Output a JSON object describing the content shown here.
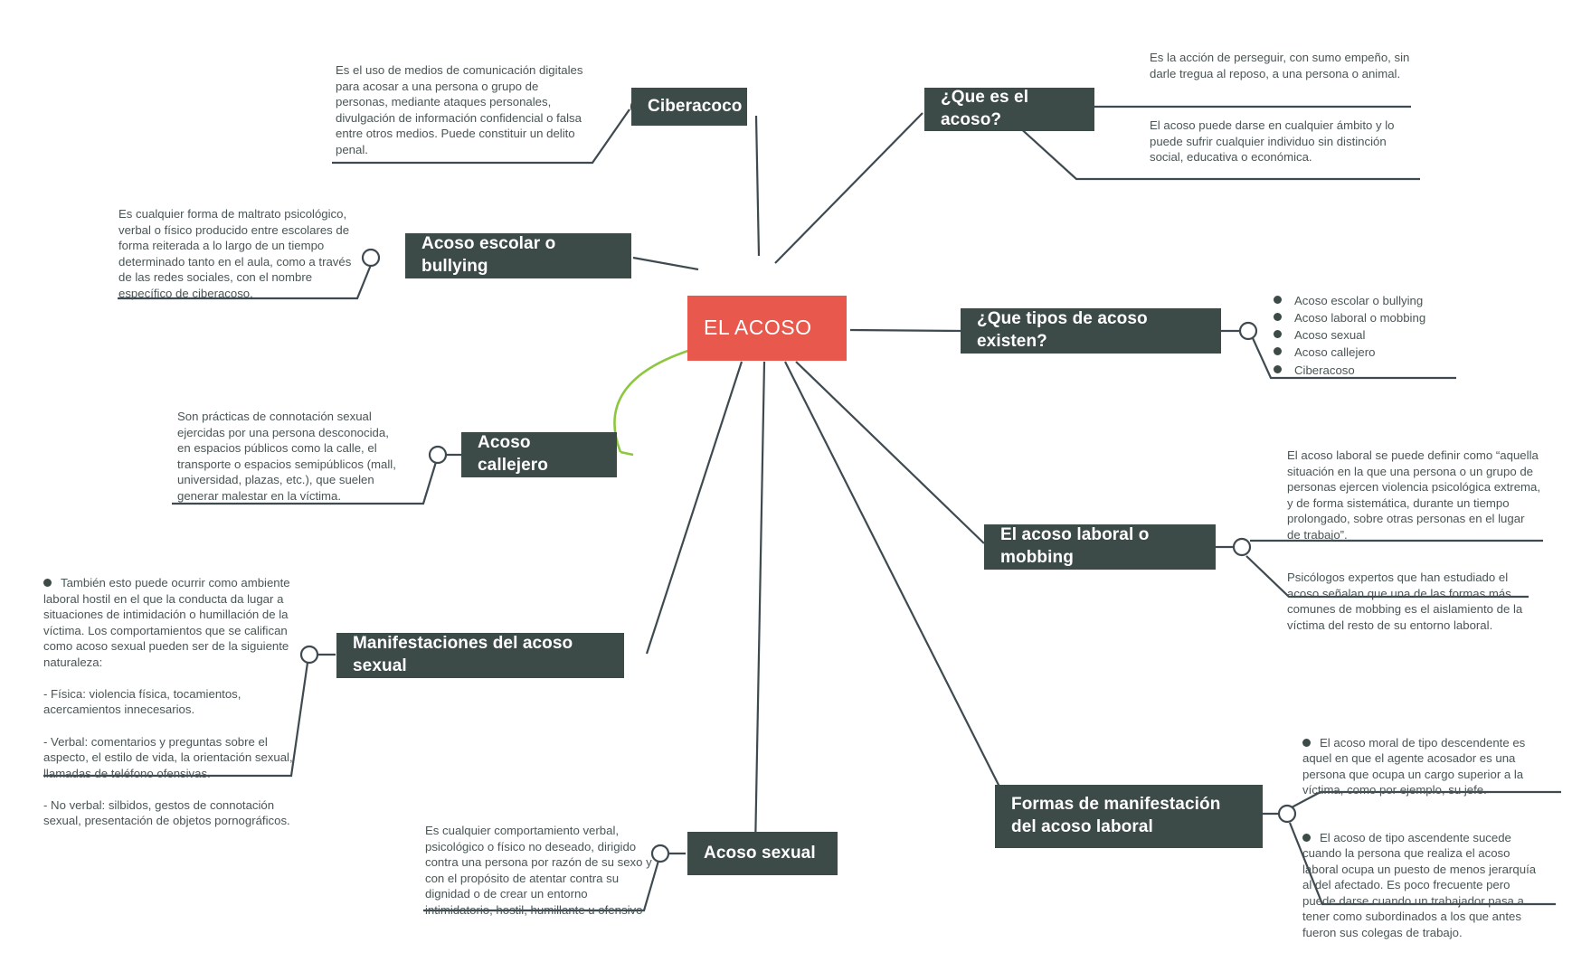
{
  "theme": {
    "node_color": "#3d4b48",
    "center_color": "#e8584c",
    "line_color": "#3e4a50",
    "accent_curve_color": "#8dc63f",
    "text_color": "#4a5556",
    "background": "#ffffff"
  },
  "center": {
    "label": "EL ACOSO"
  },
  "nodes": {
    "ciberacoco": "Ciberacoco",
    "que_es": "¿Que es el acoso?",
    "bullying": "Acoso escolar o bullying",
    "tipos": "¿Que tipos de acoso existen?",
    "callejero": "Acoso callejero",
    "mobbing": "El acoso laboral o mobbing",
    "manifestaciones": "Manifestaciones del acoso sexual",
    "formas": "Formas de manifestación del acoso laboral",
    "sexual": "Acoso sexual"
  },
  "notes": {
    "ciberacoco": "Es el uso de medios de comunicación digitales para acosar a una persona o grupo de personas, mediante ataques personales, divulgación de información confidencial o falsa entre otros medios. Puede constituir un delito penal.",
    "que_es_1": "Es la acción de perseguir, con sumo empeño, sin darle tregua al reposo, a una persona o animal.",
    "que_es_2": "El acoso puede darse en cualquier ámbito y lo puede sufrir cualquier individuo sin distinción social, educativa o económica.",
    "bullying": "Es cualquier forma de maltrato psicológico, verbal o físico producido entre escolares de forma reiterada a lo largo de un tiempo determinado tanto en el aula, como a través de las redes sociales, con el nombre específico de ciberacoso.",
    "callejero": "Son prácticas de connotación sexual ejercidas por una persona desconocida, en espacios públicos como la calle, el transporte o espacios semipúblicos (mall, universidad, plazas, etc.), que suelen generar malestar en la víctima.",
    "mobbing_1": "El acoso laboral se puede definir como “aquella situación en la que una persona o un grupo de personas ejercen violencia psicológica extrema, y de forma sistemática, durante un tiempo prolongado, sobre otras personas en el lugar de trabajo”.",
    "mobbing_2": "Psicólogos expertos que han estudiado el acoso señalan que una de las formas más comunes de mobbing es el aislamiento de la víctima del resto de su entorno laboral.",
    "manifestaciones_head": "También esto puede ocurrir  como ambiente laboral hostil en el que la conducta da lugar a situaciones de intimidación o humillación de la víctima. Los comportamientos que se califican como acoso sexual pueden ser de la siguiente naturaleza:",
    "manifestaciones_items": [
      "-      Física: violencia física, tocamientos, acercamientos innecesarios.",
      "-      Verbal: comentarios y preguntas sobre el aspecto, el estilo de vida, la orientación sexual, llamadas de teléfono ofensivas.",
      "-      No verbal: silbidos, gestos de connotación sexual, presentación de objetos pornográficos."
    ],
    "formas_1": "El acoso moral de tipo descendente es aquel en que el agente acosador es una persona que ocupa un cargo superior a la víctima, como por ejemplo, su jefe.",
    "formas_2": "El acoso de tipo ascendente sucede cuando la persona que realiza el acoso laboral ocupa un puesto de menos jerarquía al del afectado. Es poco frecuente pero puede darse cuando un trabajador pasa a tener como subordinados a los que antes fueron sus colegas de trabajo.",
    "sexual": "Es cualquier comportamiento verbal, psicológico o físico no deseado, dirigido contra una persona por razón de su sexo y con el propósito de atentar contra su dignidad o de crear un entorno intimidatorio, hostil, humillante u ofensivo"
  },
  "tipos_list": [
    "Acoso escolar o bullying",
    "Acoso laboral o mobbing",
    "Acoso sexual",
    "Acoso callejero",
    "Ciberacoso"
  ]
}
